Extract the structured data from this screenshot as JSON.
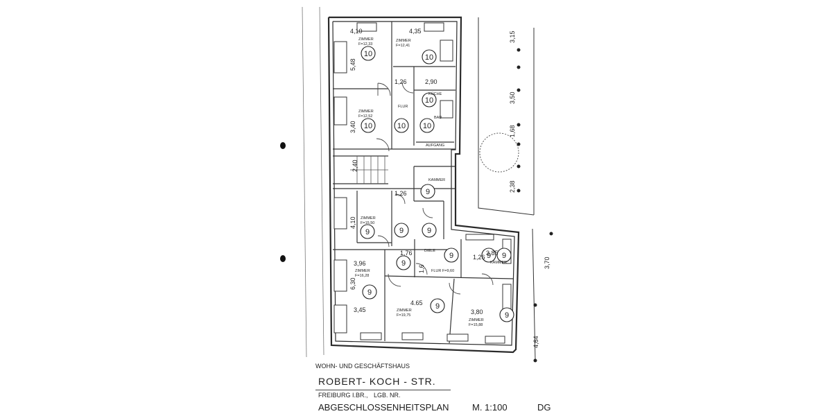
{
  "title_block": {
    "building_type": "WOHN- UND GESCHÄFTSHAUS",
    "street": "ROBERT- KOCH - STR.",
    "city": "FREIBURG I.BR.,",
    "lgb": "LGB. NR.",
    "plan_title": "ABGESCHLOSSENHEITSPLAN",
    "scale": "M. 1:100",
    "floor": "DG"
  },
  "unit_labels": [
    "10",
    "10",
    "10",
    "10",
    "10",
    "10",
    "9",
    "9",
    "9",
    "9",
    "9",
    "9",
    "9",
    "9",
    "9",
    "9",
    "9"
  ],
  "dimensions": [
    "4,10",
    "4,35",
    "5,48",
    "1,26",
    "2,90",
    "3,40",
    "3,15",
    "3,50",
    "1,68",
    "2,40",
    "1,26",
    "4,10",
    "1,76",
    "1,26",
    "3,85",
    "3,96",
    "6,30",
    "3,45",
    "1,6",
    "4.65",
    "3,80",
    "3,70",
    "4,64",
    "2,38"
  ],
  "room_labels": [
    "ZIMMER",
    "F=12,33",
    "ZIMMER",
    "F=12,41",
    "ZIMMER",
    "F=12,52",
    "KÜCHE",
    "BAD",
    "FLUR",
    "AUFGANG",
    "KAMMER",
    "ZIMMER",
    "F=15,50",
    "DIELE",
    "FLUR F=9,60",
    "ZIMMER",
    "F=16,28",
    "ZIMMER",
    "F=19,75",
    "ZIMMER",
    "F=15,88",
    "KAMMER"
  ]
}
